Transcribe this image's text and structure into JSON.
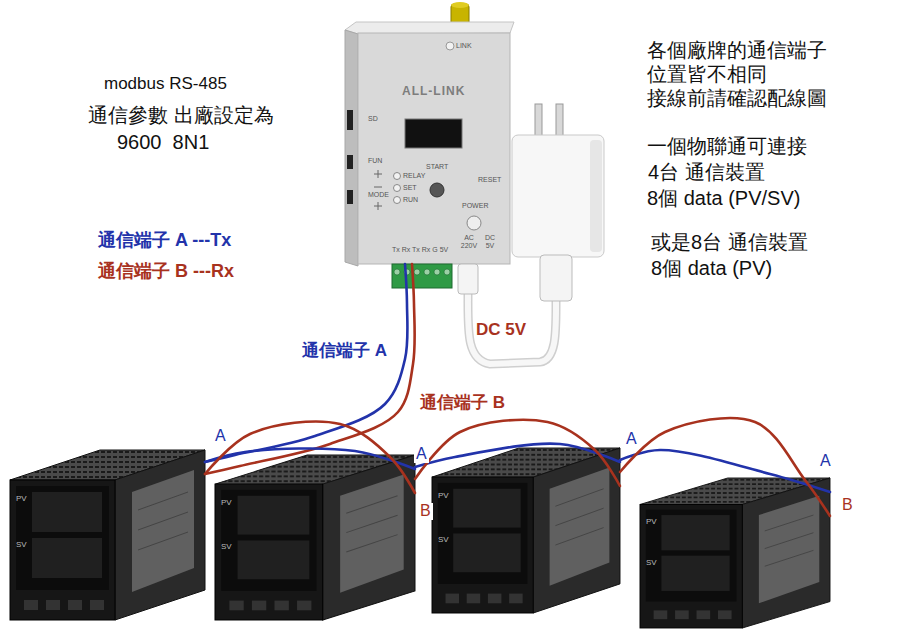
{
  "diagram": {
    "nodes": [
      {
        "text": [
          "LINK",
          "ALL-LINK",
          "SD",
          "FUN",
          "MODE",
          "RELAY",
          "SET",
          "RUN",
          "START",
          "RESET",
          "POWER",
          "AC 220V",
          "DC 5V",
          "Tx Rx Tx Rx G 5V"
        ]
      },
      {
        "text": [
          "PV",
          "SV"
        ]
      },
      {
        "text": [
          "PV",
          "SV"
        ]
      },
      {
        "text": [
          "PV",
          "SV"
        ]
      },
      {
        "text": [
          "PV",
          "SV"
        ]
      }
    ],
    "edges": [
      {
        "from": 0,
        "to": 1,
        "arrow": "none",
        "label": "通信端子 A"
      },
      {
        "from": 0,
        "to": 1,
        "arrow": "none",
        "label": "通信端子 B"
      },
      {
        "from": 1,
        "to": 2,
        "arrow": "none"
      },
      {
        "from": 1,
        "to": 2,
        "arrow": "none"
      },
      {
        "from": 2,
        "to": 3,
        "arrow": "none"
      },
      {
        "from": 2,
        "to": 3,
        "arrow": "none"
      },
      {
        "from": 3,
        "to": 4,
        "arrow": "none"
      },
      {
        "from": 3,
        "to": 4,
        "arrow": "none"
      }
    ],
    "labels": [
      "modbus RS-485",
      "通信參數 出廠設定為",
      "9600  8N1",
      "通信端子 A ---Tx",
      "通信端子 B ---Rx",
      "各個廠牌的通信端子 位置皆不相同 接線前請確認配線圖",
      "一個物聯通可連接",
      "4台 通信裝置",
      "8個 data (PV/SV)",
      "或是8台 通信裝置",
      "8個 data (PV)",
      "DC 5V",
      "A",
      "A",
      "B",
      "A",
      "A",
      "B"
    ]
  }
}
